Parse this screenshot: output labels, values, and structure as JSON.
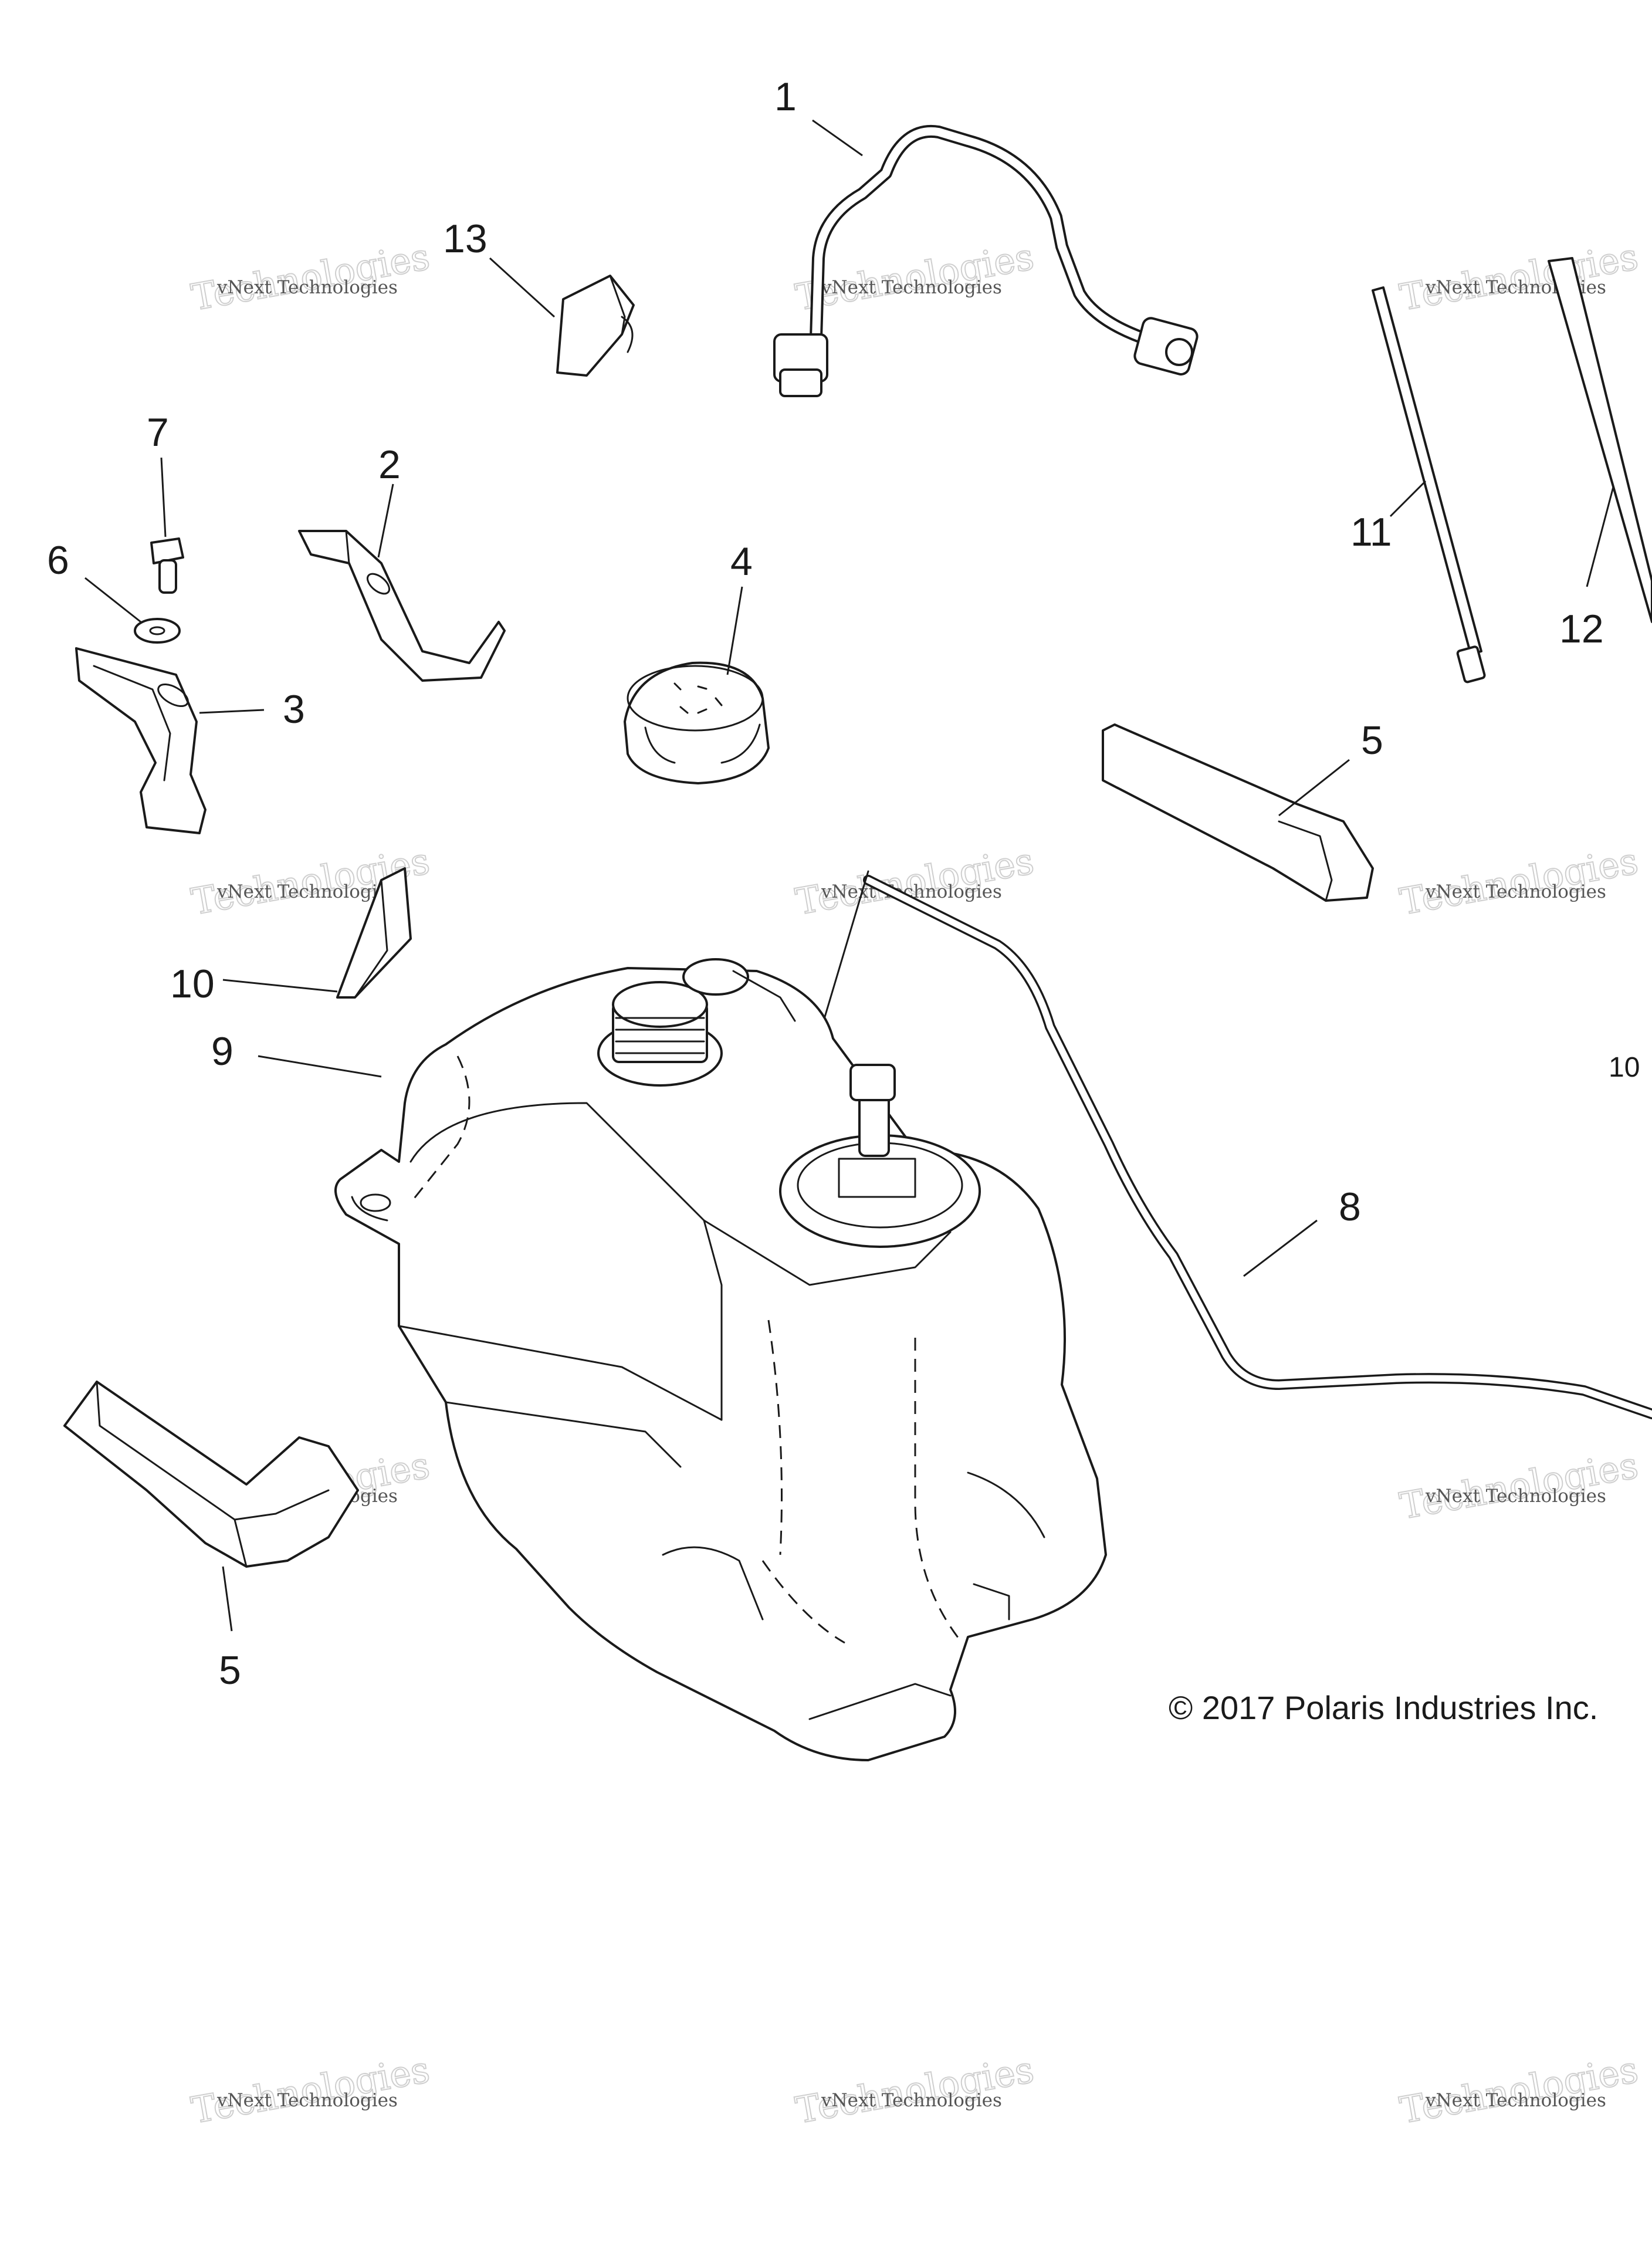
{
  "callouts": {
    "c1": "1",
    "c2": "2",
    "c3": "3",
    "c4": "4",
    "c5a": "5",
    "c5b": "5",
    "c6": "6",
    "c7": "7",
    "c8": "8",
    "c9": "9",
    "c10": "10",
    "c10_partial": "10",
    "c11": "11",
    "c12": "12",
    "c13": "13"
  },
  "copyright": "© 2017 Polaris Industries Inc.",
  "watermark": {
    "line1": "vNext Technologies",
    "line2": "Technologies"
  },
  "colors": {
    "line": "#1a1a1a",
    "watermark": "#555555",
    "background": "#ffffff"
  }
}
